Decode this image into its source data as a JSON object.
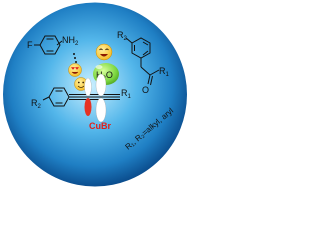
{
  "colors": {
    "sphere_center": "#bfe9ff",
    "sphere_mid": "#2f9bd8",
    "sphere_edge": "#0b4e8f",
    "amine_label": "#111111",
    "copper_label": "#e0201b",
    "water_bubble": "#7ad63f",
    "orbital_red": "#e63222",
    "orbital_white": "#ffffff"
  },
  "labels": {
    "fluoro": "F",
    "amine": "NH",
    "amine_sub": "2",
    "water_h": "H",
    "water_sub": "2",
    "water_o": "O",
    "r2_left": "R",
    "r2_left_sub": "2",
    "r1_alkyne": "R",
    "r1_alkyne_sub": "1",
    "r2_ketone": "R",
    "r2_ketone_sub": "2",
    "ketone_o": "O",
    "r1_ketone": "R",
    "r1_ketone_sub": "1",
    "catalyst": "CuBr",
    "legend_line": "R₁, R₂=alkyl, aryl"
  },
  "icons": [
    "happy-face-icon",
    "love-eyes-face-icon",
    "smile-face-icon"
  ]
}
